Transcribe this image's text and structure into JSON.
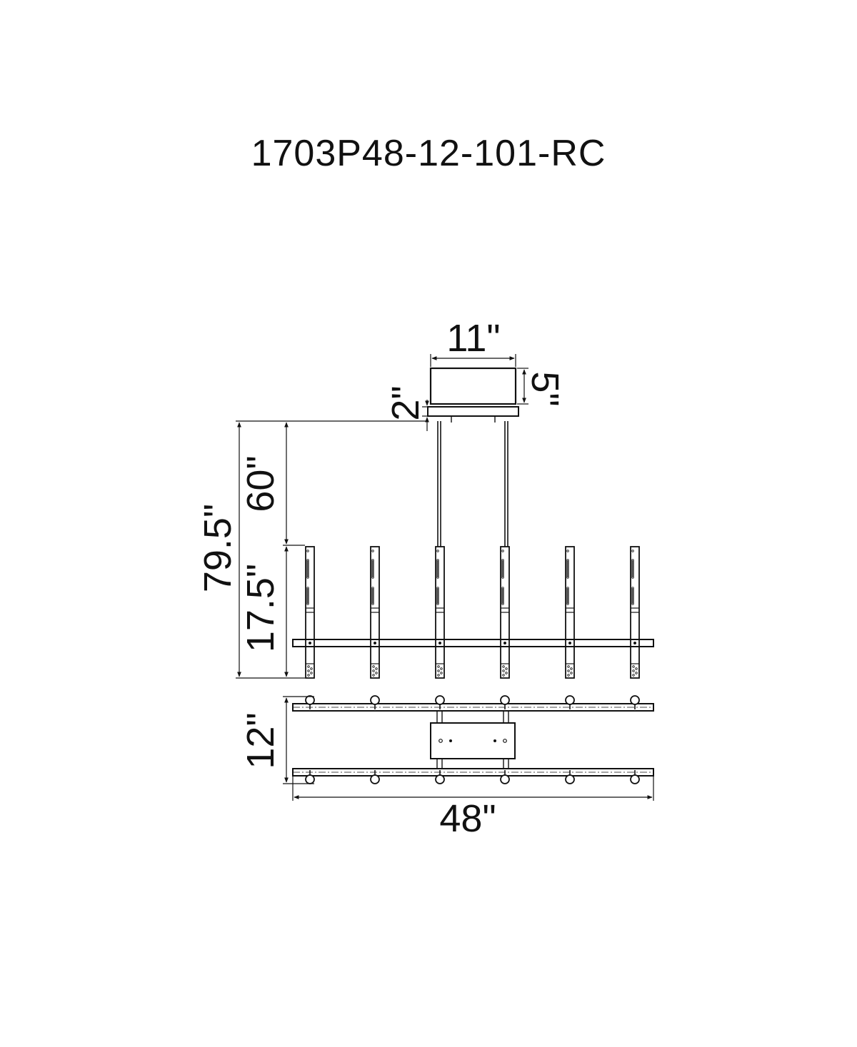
{
  "title": "1703P48-12-101-RC",
  "dimensions": {
    "canopy_width": "11\"",
    "canopy_height": "5\"",
    "canopy_plate": "2\"",
    "overall_height": "79.5\"",
    "chain_length": "60\"",
    "fixture_height": "17.5\"",
    "fixture_depth": "12\"",
    "fixture_width": "48\""
  },
  "colors": {
    "line": "#111111",
    "background": "#ffffff"
  },
  "counts": {
    "lights_per_row": 6
  }
}
